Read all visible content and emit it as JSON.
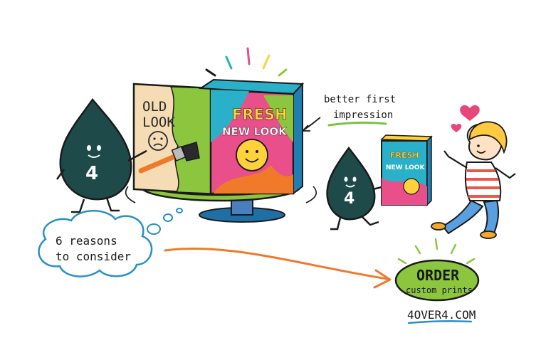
{
  "box_main": {
    "old_line1": "OLD",
    "old_line2": "LOOK",
    "fresh_line1": "FRESH",
    "fresh_line2": "NEW LOOK"
  },
  "mascot_left": {
    "number": "4"
  },
  "mascot_right": {
    "number": "4"
  },
  "small_box": {
    "line1": "FRESH",
    "line2": "NEW LOOK"
  },
  "note": {
    "line1": "better first",
    "line2": "impression"
  },
  "thought_bubble": {
    "line1": "6 reasons",
    "line2": "to consider"
  },
  "order_badge": {
    "line1": "ORDER",
    "line2": "custom prints"
  },
  "website": "4OVER4.COM",
  "colors": {
    "mascot": "#1f4a4a",
    "badge": "#8cc63f",
    "arrow": "#f07a2a",
    "bubble_stroke": "#2a8fc4",
    "heart": "#e8457a",
    "underline": "#2a8fc4",
    "note_underline": "#7cc242"
  },
  "icons": [
    "smiley-sad-icon",
    "sun-smiley-icon",
    "paintbrush-icon",
    "heart-icon",
    "arrow-icon"
  ]
}
